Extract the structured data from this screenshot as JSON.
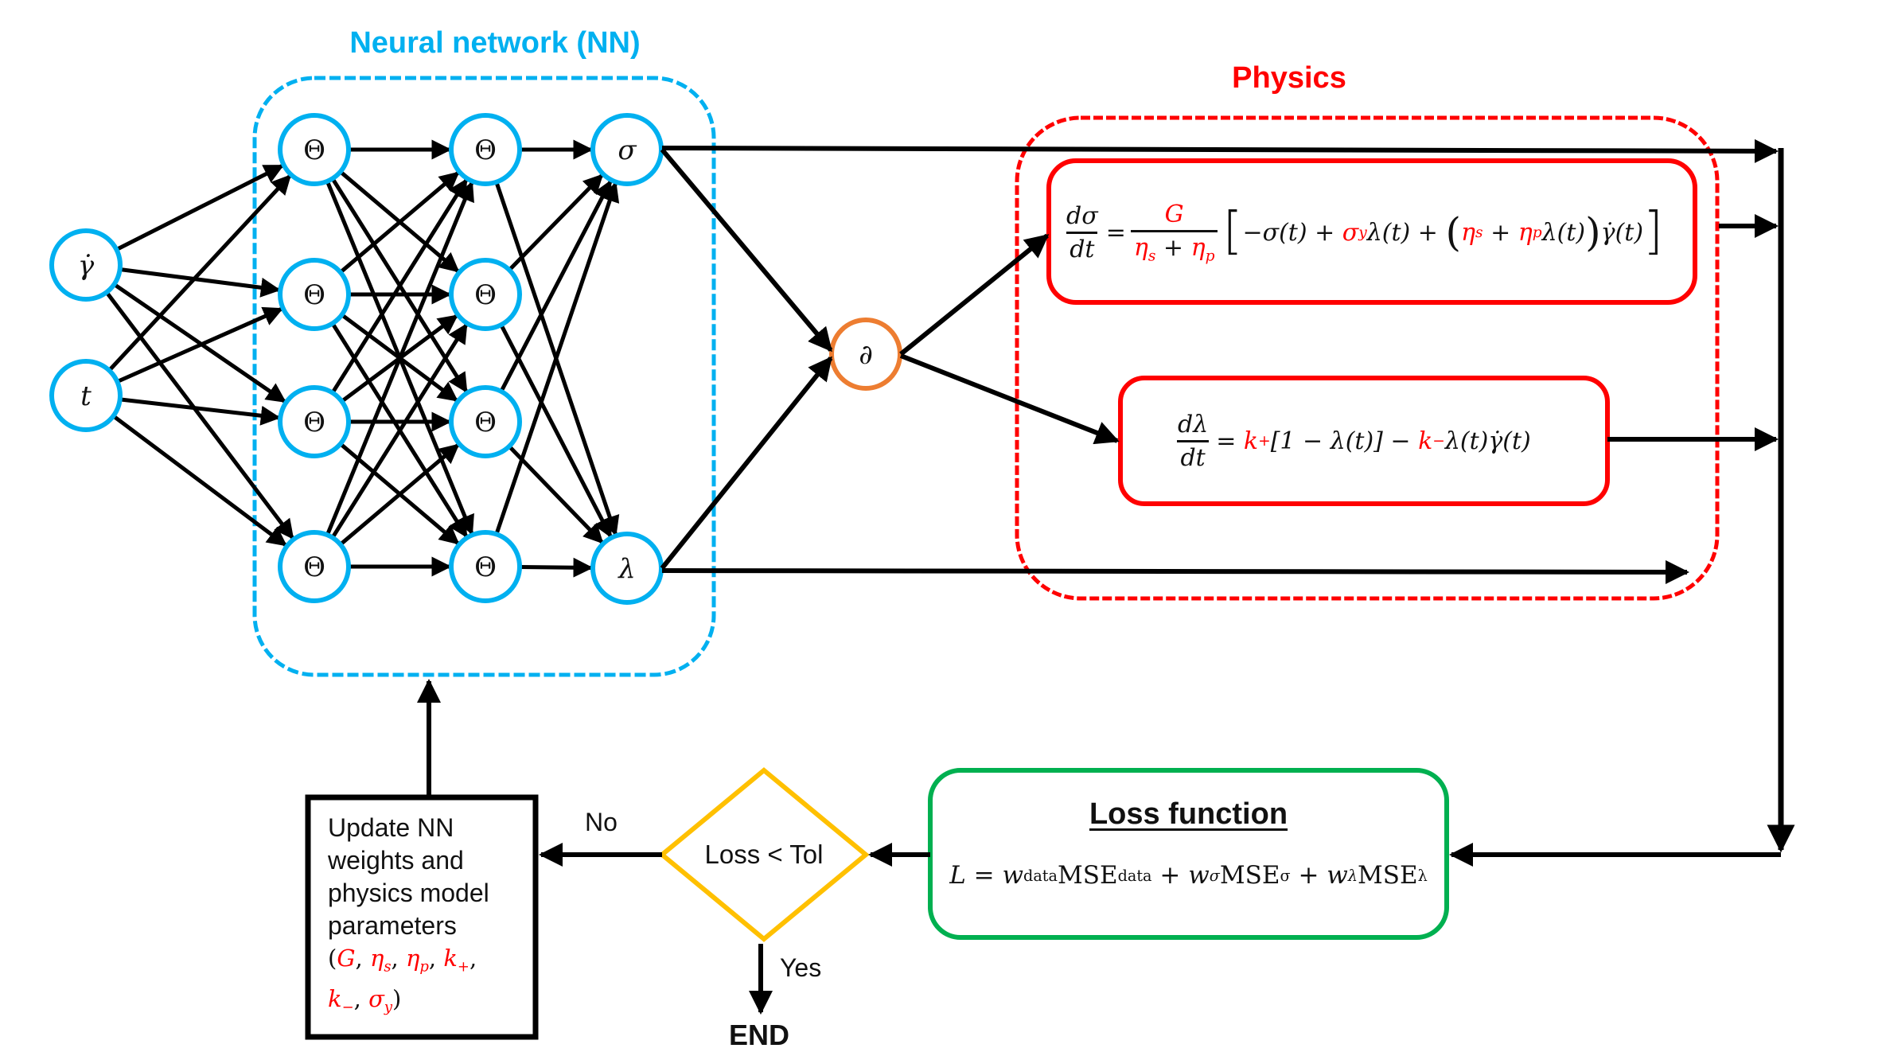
{
  "titles": {
    "neural_network": "Neural network (NN)",
    "physics": "Physics"
  },
  "colors": {
    "nn_blue": "#00B0F0",
    "physics_red": "#FF0000",
    "derivative_orange": "#ED7D31",
    "loss_green": "#00B050",
    "decision_yellow": "#FFC000",
    "line_black": "#000000"
  },
  "network": {
    "inputs": [
      {
        "id": "gamma_dot",
        "label": "γ̇"
      },
      {
        "id": "t",
        "label": "t"
      }
    ],
    "hidden_layers": [
      {
        "layer": 1,
        "nodes": [
          "Θ",
          "Θ",
          "Θ",
          "Θ"
        ]
      },
      {
        "layer": 2,
        "nodes": [
          "Θ",
          "Θ",
          "Θ",
          "Θ"
        ]
      }
    ],
    "outputs": [
      {
        "id": "sigma",
        "label": "σ"
      },
      {
        "id": "lambda",
        "label": "λ"
      }
    ],
    "derivative_node": {
      "label": "∂"
    }
  },
  "physics": {
    "eq_sigma": {
      "lhs_num": "dσ",
      "lhs_den": "dt",
      "frac_num": "G",
      "frac_den_a": "η",
      "frac_den_a_sub": "s",
      "frac_den_plus": "+",
      "frac_den_b": "η",
      "frac_den_b_sub": "p",
      "t1": "−σ(t) +",
      "sy": "σ",
      "sy_sub": "y",
      "t2": "λ(t) +",
      "es": "η",
      "es_sub": "s",
      "plus": "+",
      "ep": "η",
      "ep_sub": "p",
      "t3": "λ(t)",
      "t4": "γ̇(t)"
    },
    "eq_lambda": {
      "lhs_num": "dλ",
      "lhs_den": "dt",
      "kp": "k",
      "kp_sub": "+",
      "t1": "[1 − λ(t)] −",
      "km": "k",
      "km_sub": "−",
      "t2": "λ(t)γ̇(t)"
    }
  },
  "loss": {
    "title": "Loss function",
    "L": "L",
    "eq": "=",
    "w": "w",
    "data_sub": "data",
    "mse": "MSE",
    "plus": "+",
    "sigma_sub": "σ",
    "lambda_sub": "λ"
  },
  "decision": {
    "label": "Loss < Tol",
    "no_label": "No",
    "yes_label": "Yes",
    "end_label": "END"
  },
  "update": {
    "lines": [
      "Update NN",
      "weights and",
      "physics model",
      "parameters"
    ],
    "params_open": "(",
    "params_line1": "G, η",
    "params": [
      {
        "sym": "G",
        "sub": ""
      },
      {
        "sym": "η",
        "sub": "s"
      },
      {
        "sym": "η",
        "sub": "p"
      },
      {
        "sym": "k",
        "sub": "+"
      },
      {
        "sym": "k",
        "sub": "−"
      },
      {
        "sym": "σ",
        "sub": "y"
      }
    ],
    "params_close": ")"
  }
}
